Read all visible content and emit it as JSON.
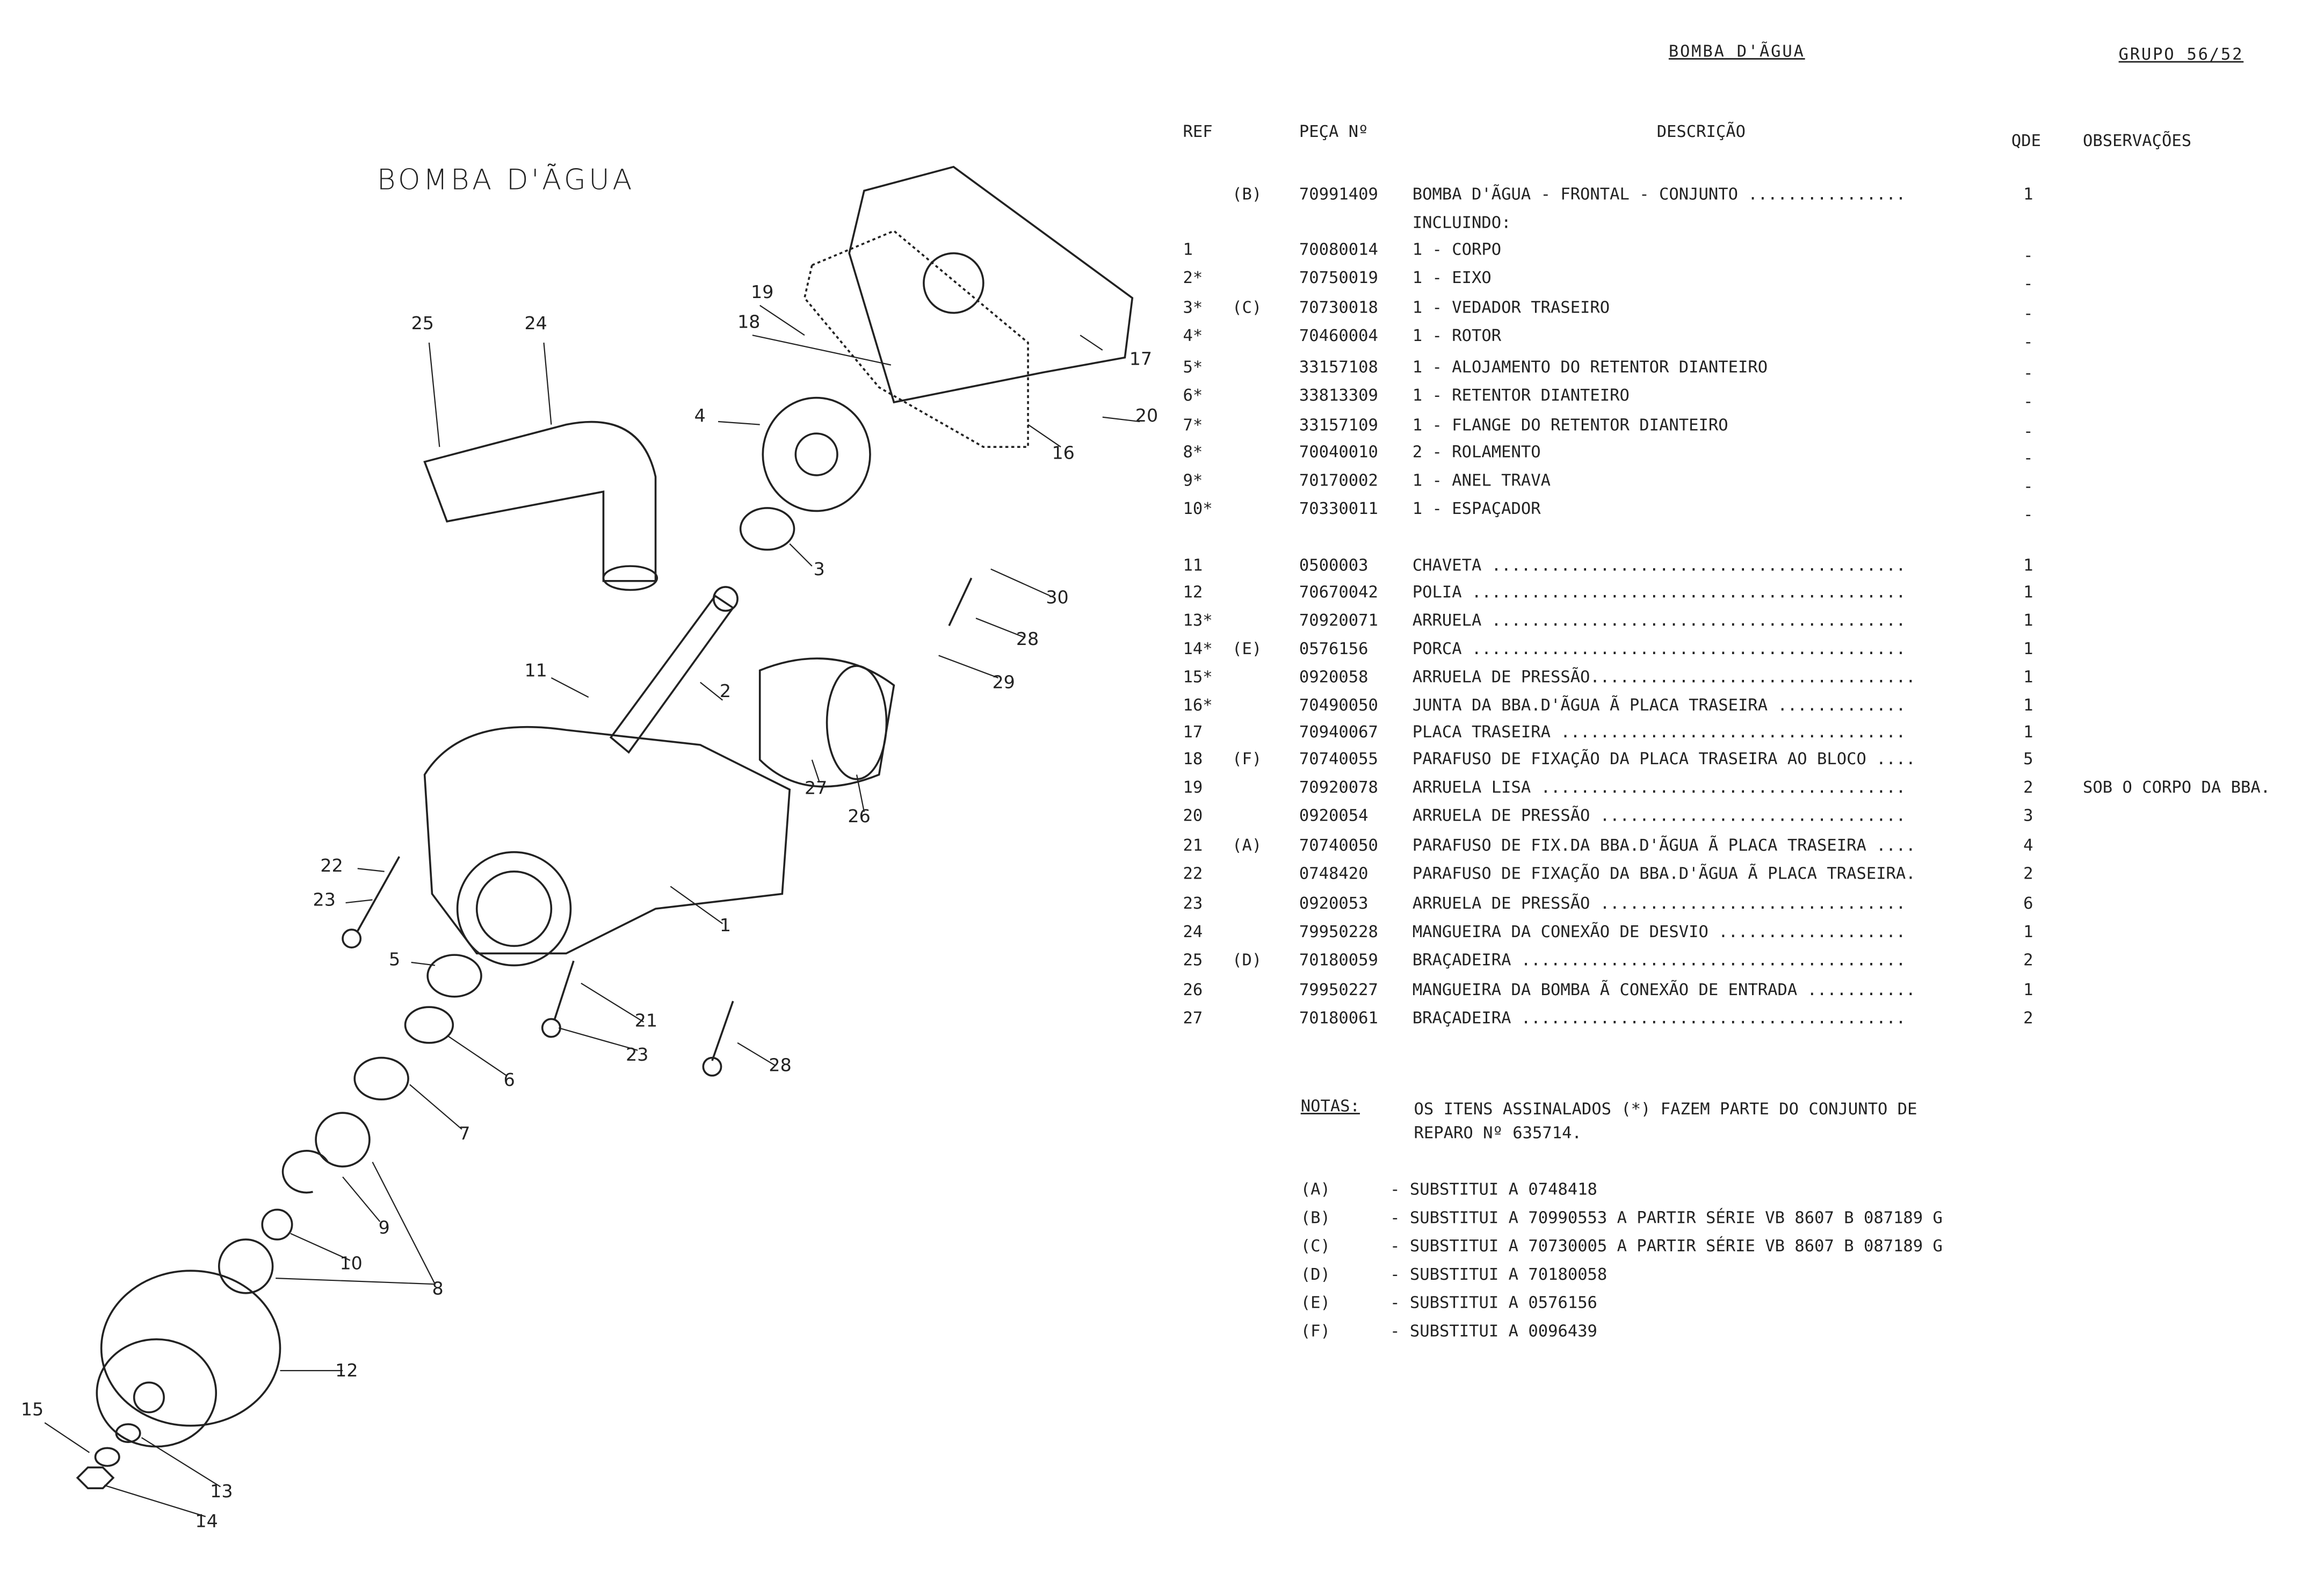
{
  "header": {
    "section": "BOMBA D'ÃGUA",
    "group": "GRUPO 56/52"
  },
  "diagram": {
    "title": "BOMBA D'ÃGUA",
    "callouts": [
      "25",
      "24",
      "19",
      "18",
      "4",
      "17",
      "20",
      "16",
      "3",
      "30",
      "28",
      "29",
      "11",
      "2",
      "27",
      "26",
      "22",
      "23",
      "1",
      "5",
      "21",
      "23",
      "28",
      "6",
      "7",
      "9",
      "10",
      "8",
      "12",
      "15",
      "13",
      "14"
    ]
  },
  "table": {
    "columns": {
      "ref": "REF",
      "part": "PEÇA Nº",
      "desc": "DESCRIÇÃO",
      "qty": "QDE",
      "obs": "OBSERVAÇÕES"
    },
    "rows": [
      {
        "ref": "",
        "note": "(B)",
        "part": "70991409",
        "desc": "BOMBA D'ÃGUA - FRONTAL - CONJUNTO ................",
        "qty": "1",
        "obs": ""
      },
      {
        "ref": "",
        "note": "",
        "part": "",
        "desc": "INCLUINDO:",
        "qty": "",
        "obs": ""
      },
      {
        "ref": "1",
        "note": "",
        "part": "70080014",
        "desc": "1 - CORPO",
        "qty": "-",
        "obs": ""
      },
      {
        "ref": "2*",
        "note": "",
        "part": "70750019",
        "desc": "1 - EIXO",
        "qty": "-",
        "obs": ""
      },
      {
        "ref": "3*",
        "note": "(C)",
        "part": "70730018",
        "desc": "1 - VEDADOR TRASEIRO",
        "qty": "-",
        "obs": ""
      },
      {
        "ref": "4*",
        "note": "",
        "part": "70460004",
        "desc": "1 - ROTOR",
        "qty": "-",
        "obs": ""
      },
      {
        "ref": "5*",
        "note": "",
        "part": "33157108",
        "desc": "1 - ALOJAMENTO DO RETENTOR DIANTEIRO",
        "qty": "-",
        "obs": ""
      },
      {
        "ref": "6*",
        "note": "",
        "part": "33813309",
        "desc": "1 - RETENTOR DIANTEIRO",
        "qty": "-",
        "obs": ""
      },
      {
        "ref": "7*",
        "note": "",
        "part": "33157109",
        "desc": "1 - FLANGE DO RETENTOR DIANTEIRO",
        "qty": "-",
        "obs": ""
      },
      {
        "ref": "8*",
        "note": "",
        "part": "70040010",
        "desc": "2 - ROLAMENTO",
        "qty": "-",
        "obs": ""
      },
      {
        "ref": "9*",
        "note": "",
        "part": "70170002",
        "desc": "1 - ANEL TRAVA",
        "qty": "-",
        "obs": ""
      },
      {
        "ref": "10*",
        "note": "",
        "part": "70330011",
        "desc": "1 - ESPAÇADOR",
        "qty": "-",
        "obs": ""
      },
      {
        "ref": "11",
        "note": "",
        "part": "0500003",
        "desc": "CHAVETA ..........................................",
        "qty": "1",
        "obs": ""
      },
      {
        "ref": "12",
        "note": "",
        "part": "70670042",
        "desc": "POLIA ............................................",
        "qty": "1",
        "obs": ""
      },
      {
        "ref": "13*",
        "note": "",
        "part": "70920071",
        "desc": "ARRUELA ..........................................",
        "qty": "1",
        "obs": ""
      },
      {
        "ref": "14*",
        "note": "(E)",
        "part": "0576156",
        "desc": "PORCA ............................................",
        "qty": "1",
        "obs": ""
      },
      {
        "ref": "15*",
        "note": "",
        "part": "0920058",
        "desc": "ARRUELA DE PRESSÃO.................................",
        "qty": "1",
        "obs": ""
      },
      {
        "ref": "16*",
        "note": "",
        "part": "70490050",
        "desc": "JUNTA DA BBA.D'ÃGUA Ã PLACA TRASEIRA .............",
        "qty": "1",
        "obs": ""
      },
      {
        "ref": "17",
        "note": "",
        "part": "70940067",
        "desc": "PLACA TRASEIRA ...................................",
        "qty": "1",
        "obs": ""
      },
      {
        "ref": "18",
        "note": "(F)",
        "part": "70740055",
        "desc": "PARAFUSO DE FIXAÇÃO DA PLACA TRASEIRA AO BLOCO ....",
        "qty": "5",
        "obs": ""
      },
      {
        "ref": "19",
        "note": "",
        "part": "70920078",
        "desc": "ARRUELA LISA .....................................",
        "qty": "2",
        "obs": "SOB O CORPO DA BBA."
      },
      {
        "ref": "20",
        "note": "",
        "part": "0920054",
        "desc": "ARRUELA DE PRESSÃO ...............................",
        "qty": "3",
        "obs": ""
      },
      {
        "ref": "21",
        "note": "(A)",
        "part": "70740050",
        "desc": "PARAFUSO DE FIX.DA BBA.D'ÃGUA Ã PLACA TRASEIRA ....",
        "qty": "4",
        "obs": ""
      },
      {
        "ref": "22",
        "note": "",
        "part": "0748420",
        "desc": "PARAFUSO DE FIXAÇÃO DA BBA.D'ÃGUA Ã PLACA TRASEIRA.",
        "qty": "2",
        "obs": ""
      },
      {
        "ref": "23",
        "note": "",
        "part": "0920053",
        "desc": "ARRUELA DE PRESSÃO ...............................",
        "qty": "6",
        "obs": ""
      },
      {
        "ref": "24",
        "note": "",
        "part": "79950228",
        "desc": "MANGUEIRA DA CONEXÃO DE DESVIO ...................",
        "qty": "1",
        "obs": ""
      },
      {
        "ref": "25",
        "note": "(D)",
        "part": "70180059",
        "desc": "BRAÇADEIRA .......................................",
        "qty": "2",
        "obs": ""
      },
      {
        "ref": "26",
        "note": "",
        "part": "79950227",
        "desc": "MANGUEIRA DA BOMBA Ã CONEXÃO DE ENTRADA ...........",
        "qty": "1",
        "obs": ""
      },
      {
        "ref": "27",
        "note": "",
        "part": "70180061",
        "desc": "BRAÇADEIRA .......................................",
        "qty": "2",
        "obs": ""
      }
    ]
  },
  "notes": {
    "label": "NOTAS:",
    "text_line1": "OS ITENS ASSINALADOS (*) FAZEM PARTE DO CONJUNTO DE",
    "text_line2": "REPARO Nº 635714.",
    "items": [
      {
        "key": "(A)",
        "text": "- SUBSTITUI A 0748418"
      },
      {
        "key": "(B)",
        "text": "- SUBSTITUI A 70990553 A PARTIR SÉRIE VB 8607 B 087189 G"
      },
      {
        "key": "(C)",
        "text": "- SUBSTITUI A 70730005 A PARTIR SÉRIE VB 8607 B 087189 G"
      },
      {
        "key": "(D)",
        "text": "- SUBSTITUI A 70180058"
      },
      {
        "key": "(E)",
        "text": "- SUBSTITUI A 0576156"
      },
      {
        "key": "(F)",
        "text": "- SUBSTITUI A 0096439"
      }
    ]
  }
}
